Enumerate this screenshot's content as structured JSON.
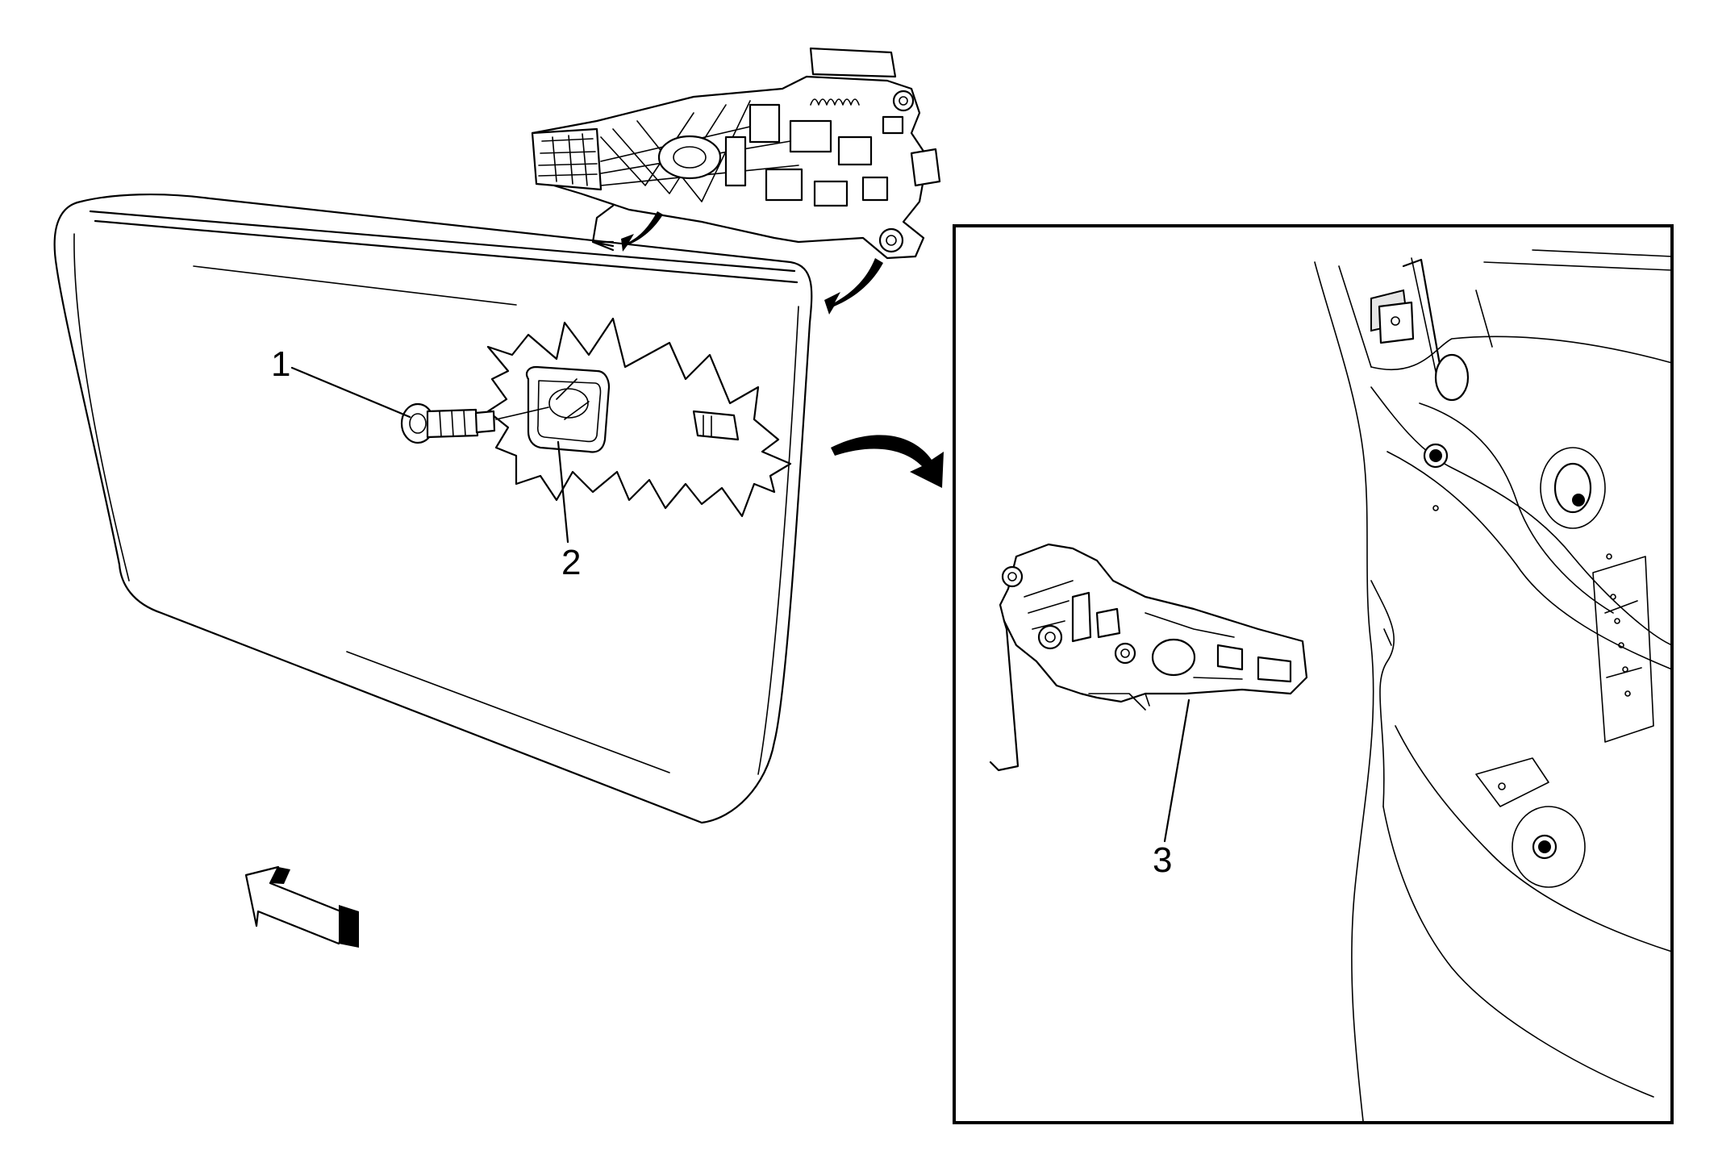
{
  "callouts": [
    {
      "id": "1",
      "text": "1"
    },
    {
      "id": "2",
      "text": "2"
    },
    {
      "id": "3",
      "text": "3"
    }
  ],
  "colors": {
    "line": "#000000",
    "background": "#ffffff",
    "fill": "#e6e6e6"
  },
  "icons": [
    "front-direction-arrow-icon",
    "motion-arrow-icon",
    "detail-view-arrow-icon"
  ]
}
